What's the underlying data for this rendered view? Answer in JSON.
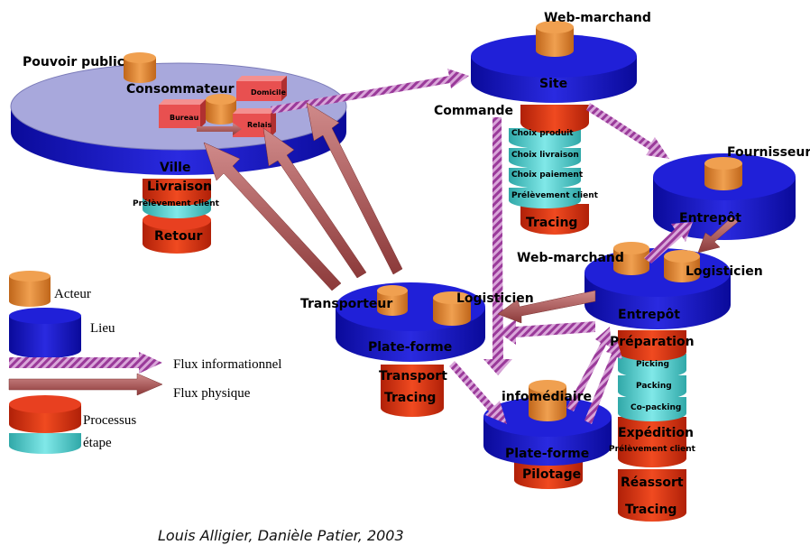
{
  "colors": {
    "lieu": "#1515c8",
    "acteur": "#e68a2e",
    "processus": "#e52e10",
    "etape": "#4fd0d0",
    "flux_informationnel": "#b04cb0",
    "flux_physique": "#a85050",
    "ville_top": "#a8a8dc",
    "building": "#f06060"
  },
  "labels": {
    "pouvoir_public": "Pouvoir public",
    "consommateur": "Consommateur",
    "domicile": "Domicile",
    "bureau": "Bureau",
    "relais": "Relais",
    "ville": "Ville",
    "livraison": "Livraison",
    "prelevement_client_1": "Prélèvement client",
    "retour": "Retour",
    "web_marchand_top": "Web-marchand",
    "site": "Site",
    "commande": "Commande",
    "choix_produit": "Choix produit",
    "choix_livraison": "Choix livraison",
    "choix_paiement": "Choix paiement",
    "prelevement_client_2": "Prélèvement client",
    "tracing_site": "Tracing",
    "fournisseur": "Fournisseur",
    "entrepot_fournisseur": "Entrepôt",
    "web_marchand_mid": "Web-marchand",
    "logisticien_right": "Logisticien",
    "entrepot_main": "Entrepôt",
    "preparation": "Préparation",
    "picking": "Picking",
    "packing": "Packing",
    "co_packing": "Co-packing",
    "expedition": "Expédition",
    "prelevement_client_3": "Prélèvement client",
    "reassort": "Réassort",
    "tracing_entrepot": "Tracing",
    "transporteur": "Transporteur",
    "logisticien_mid": "Logisticien",
    "plateforme_left": "Plate-forme",
    "transport": "Transport",
    "tracing_plateforme": "Tracing",
    "infomediaire": "infomédiaire",
    "plateforme_bottom": "Plate-forme",
    "pilotage": "Pilotage"
  },
  "legend": {
    "acteur": "Acteur",
    "lieu": "Lieu",
    "flux_informationnel": "Flux informationnel",
    "flux_physique": "Flux physique",
    "processus": "Processus",
    "etape": "étape"
  },
  "caption": "Louis Alligier, Danièle Patier, 2003"
}
